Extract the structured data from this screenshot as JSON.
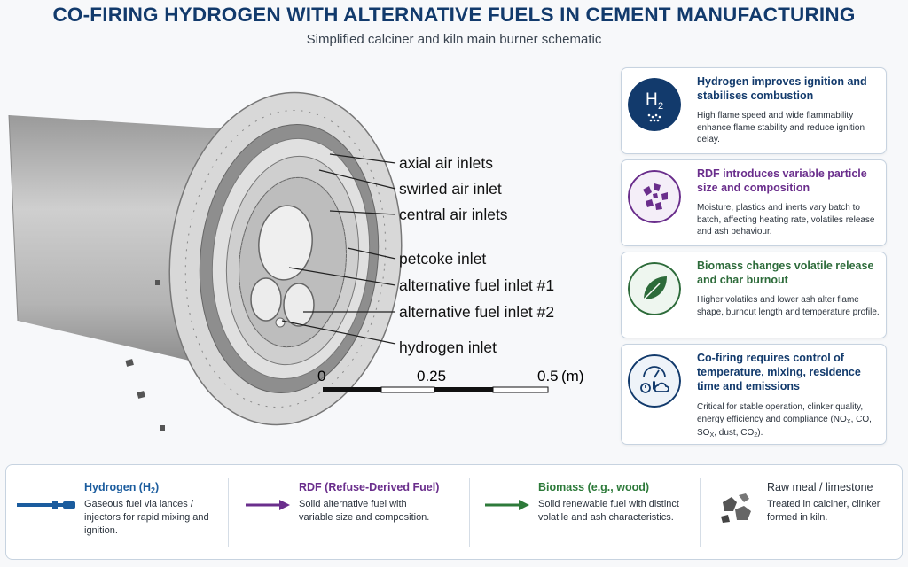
{
  "header": {
    "title": "CO-FIRING HYDROGEN WITH ALTERNATIVE FUELS IN CEMENT MANUFACTURING",
    "subtitle": "Simplified calciner and kiln main burner schematic"
  },
  "diagram": {
    "labels": [
      "axial air inlets",
      "swirled air inlet",
      "central air inlets",
      "petcoke inlet",
      "alternative fuel inlet #1",
      "alternative fuel inlet #2",
      "hydrogen inlet"
    ],
    "scale": {
      "tick_0": "0",
      "tick_1": "0.25",
      "tick_2": "0.5",
      "unit": "(m)"
    }
  },
  "cards": [
    {
      "icon": "h2-icon",
      "icon_text": "H",
      "icon_sub": "2",
      "title": "Hydrogen improves ignition and stabilises combustion",
      "body": "High flame speed and wide flammability enhance flame stability and reduce ignition delay.",
      "color": "#123a6c"
    },
    {
      "icon": "particles-icon",
      "title": "RDF introduces variable particle size and composition",
      "body": "Moisture, plastics and inerts vary batch to batch, affecting heating rate, volatiles release and ash behaviour.",
      "color": "#6a2e8c"
    },
    {
      "icon": "leaf-icon",
      "title": "Biomass changes volatile release and char burnout",
      "body": "Higher volatiles and lower ash alter flame shape, burnout length and temperature profile.",
      "color": "#2d6b3a"
    },
    {
      "icon": "control-icon",
      "title": "Co-firing requires control of temperature, mixing, residence time and emissions",
      "body_prefix": "Critical for stable operation, clinker quality, energy efficiency and compliance",
      "emissions": {
        "nox": "NO",
        "nox_sub": "X",
        "co": ", CO, SO",
        "sox_sub": "X",
        "rest": ", dust, CO",
        "co2_sub": "2",
        "end": ")."
      },
      "color": "#123a6c"
    }
  ],
  "legend": [
    {
      "icon": "lance-icon",
      "title": "Hydrogen (H",
      "title_sub": "2",
      "title_end": ")",
      "body": "Gaseous fuel via lances / injectors for rapid mixing and ignition.",
      "color": "#1b5c9e"
    },
    {
      "icon": "purple-arrow-icon",
      "title": "RDF (Refuse-Derived Fuel)",
      "body": "Solid alternative fuel with variable size and composition.",
      "color": "#6a2e8c"
    },
    {
      "icon": "green-arrow-icon",
      "title": "Biomass (e.g., wood)",
      "body": "Solid renewable fuel with distinct volatile and ash characteristics.",
      "color": "#2d7a3a"
    },
    {
      "icon": "rocks-icon",
      "title": "Raw meal / limestone",
      "body": "Treated in calciner, clinker formed in kiln.",
      "color": "#2a323c"
    }
  ]
}
